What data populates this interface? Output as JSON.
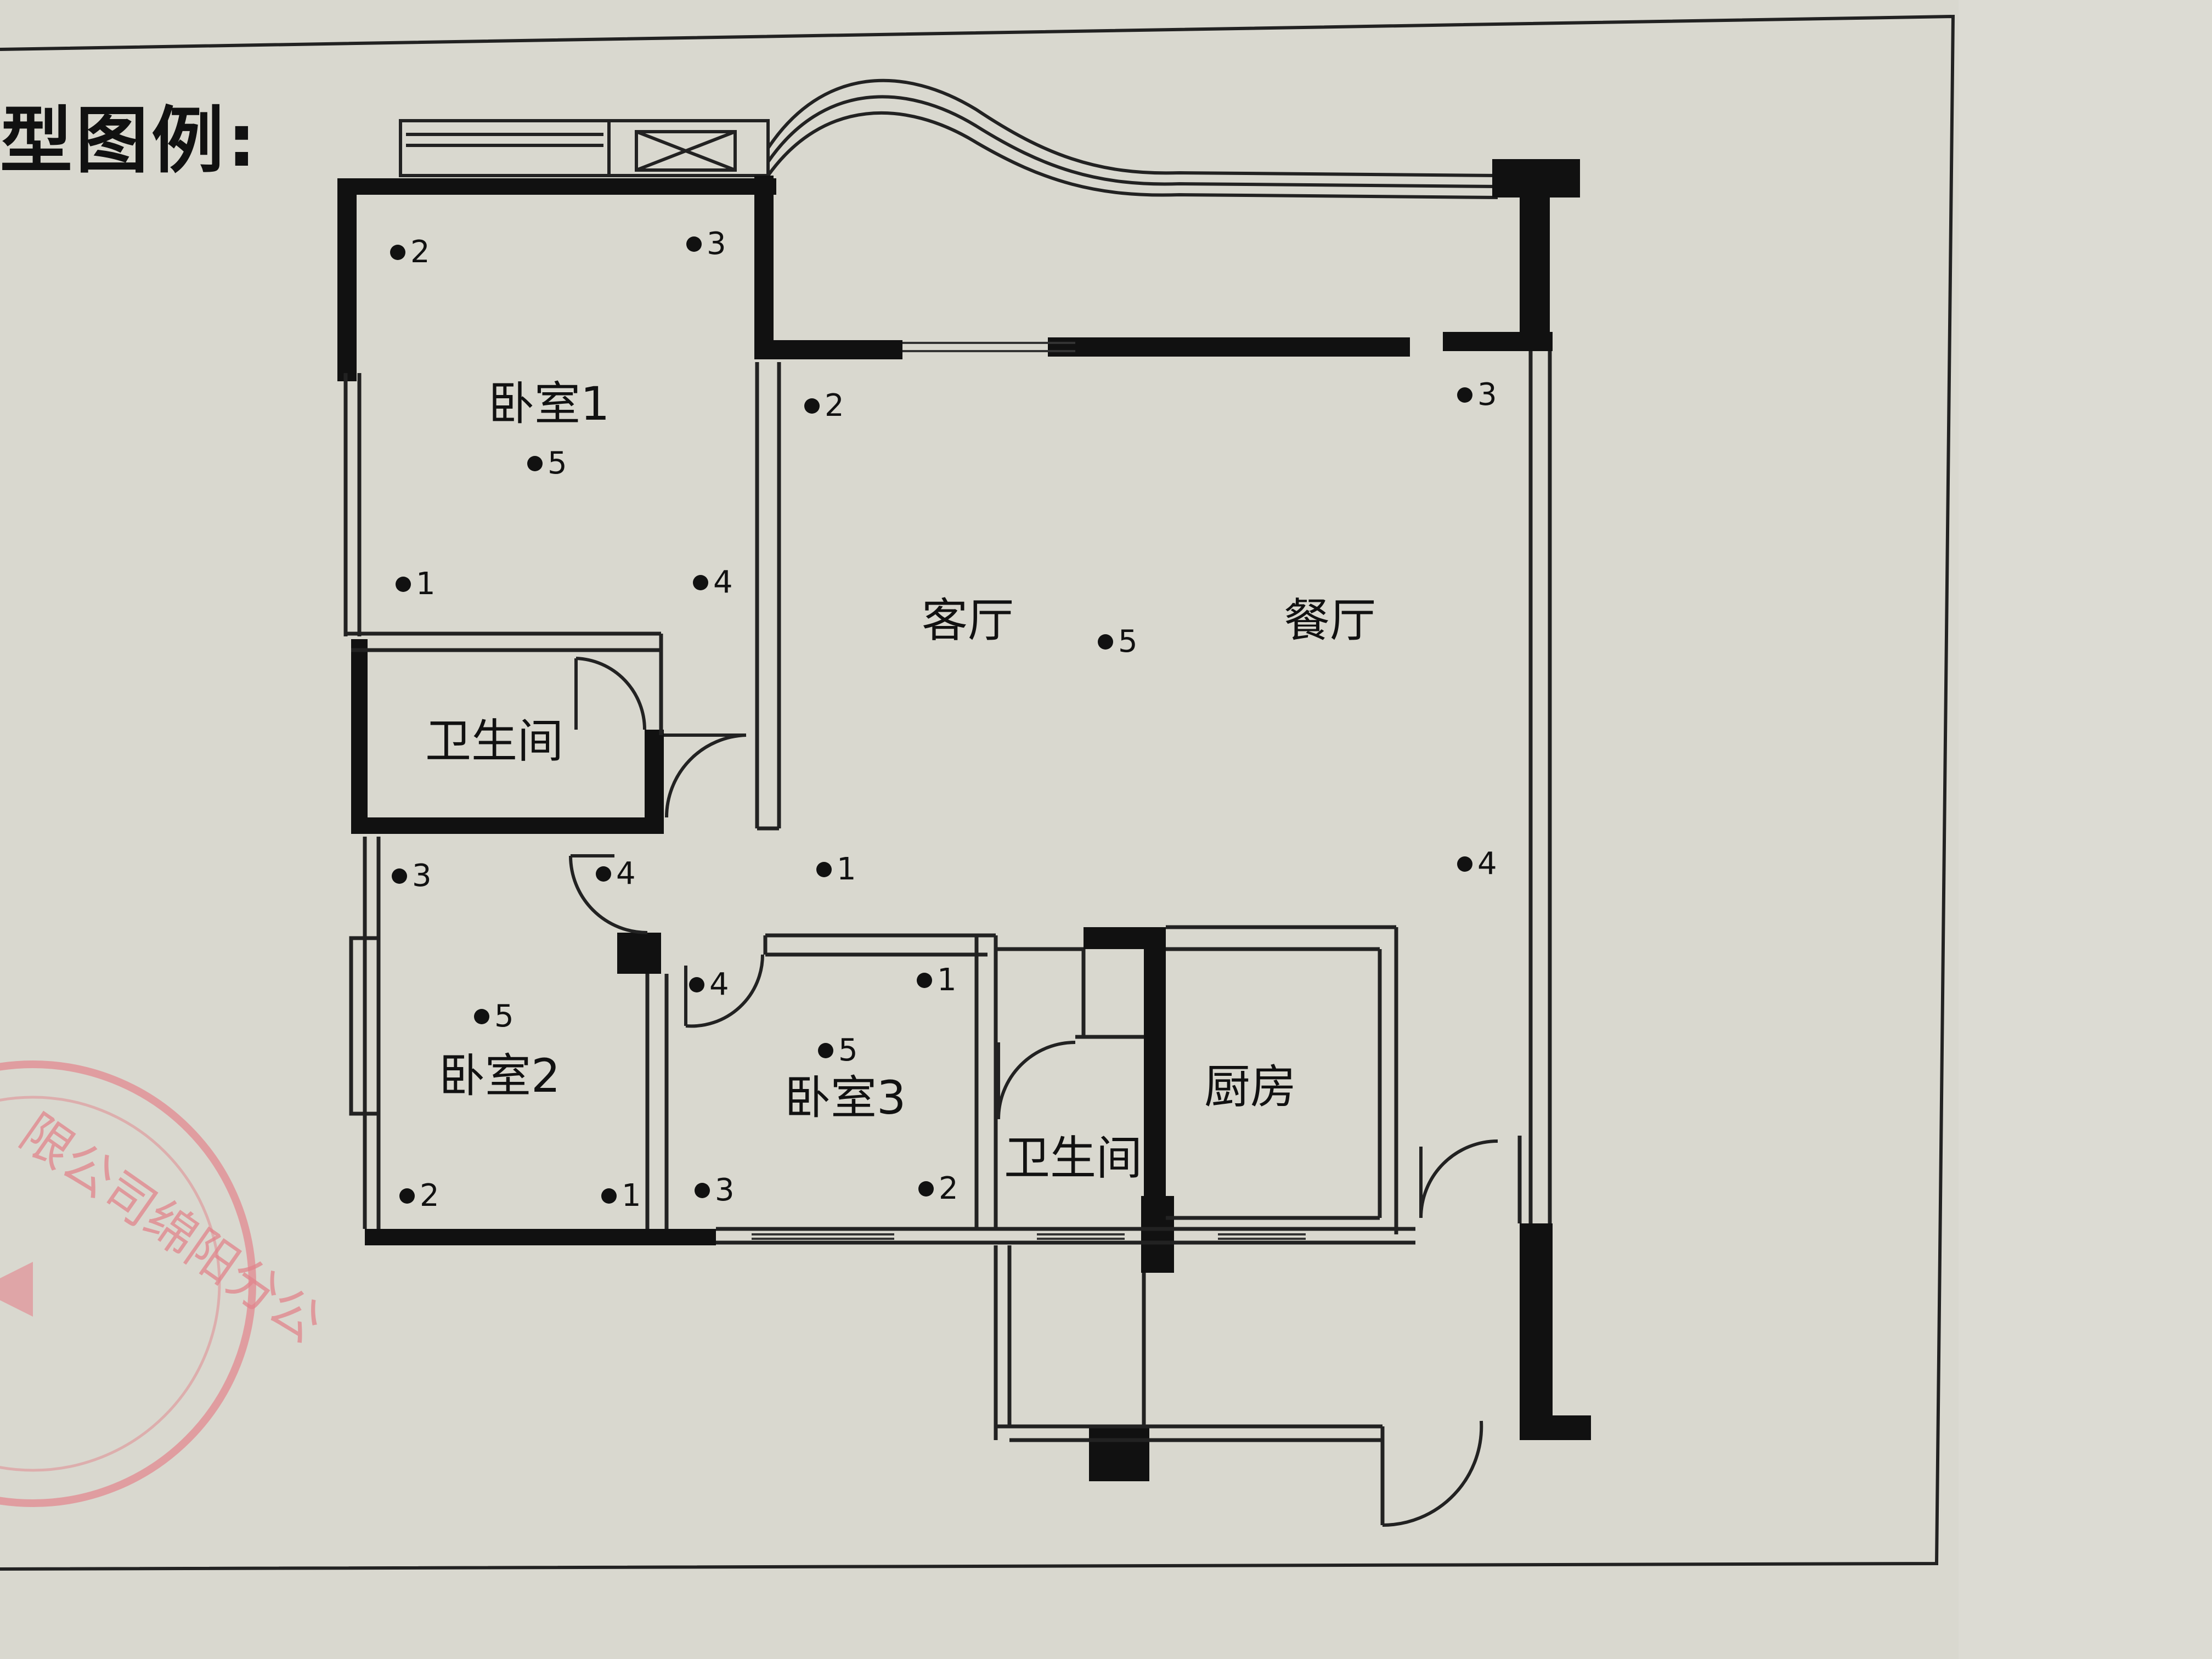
{
  "heading": "型图例:",
  "rooms": {
    "bedroom1": "卧室1",
    "bedroom2": "卧室2",
    "bedroom3": "卧室3",
    "living": "客厅",
    "dining": "餐厅",
    "bath1": "卫生间",
    "bath2": "卫生间",
    "kitchen": "厨房"
  },
  "markers": {
    "b1_2": "2",
    "b1_3": "3",
    "b1_5": "5",
    "b1_1": "1",
    "b1_4": "4",
    "lv_2": "2",
    "lv_3": "3",
    "lv_5": "5",
    "lv_1": "1",
    "lv_4": "4",
    "b2_3": "3",
    "b2_4": "4",
    "b2_5": "5",
    "b2_2": "2",
    "b2_1": "1",
    "b3_4": "4",
    "b3_1": "1",
    "b3_5": "5",
    "b3_3": "3",
    "b3_2": "2"
  },
  "stamp_text": "限公司绵阳分公",
  "colors": {
    "wall": "#111111",
    "paper": "#d9d8cf",
    "stamp": "#e2848c"
  }
}
